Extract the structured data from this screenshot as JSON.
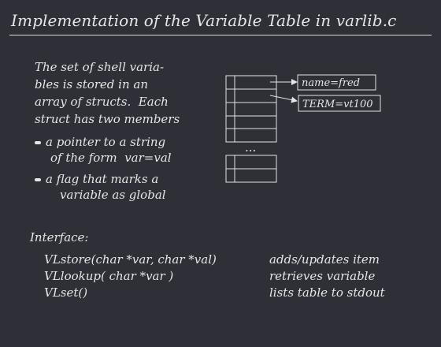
{
  "title": "Implementation of the Variable Table in varlib.c",
  "description": {
    "lines": [
      "The set of shell varia-",
      "bles is stored in an",
      "array of structs.  Each",
      "struct has two members"
    ]
  },
  "bullets": [
    {
      "lines": [
        "a pointer to a string",
        "of the form  var=val"
      ]
    },
    {
      "lines": [
        "a flag that marks a",
        "variable as global"
      ]
    }
  ],
  "diagram": {
    "entries": [
      "name=fred",
      "TERM=vt100"
    ],
    "ellipsis": "..."
  },
  "interface": {
    "heading": "Interface:",
    "functions": [
      {
        "signature": "VLstore(char *var, char *val)",
        "description": "adds/updates item"
      },
      {
        "signature": "VLlookup( char *var )",
        "description": "retrieves variable"
      },
      {
        "signature": "VLset()",
        "description": "lists table to stdout"
      }
    ]
  }
}
